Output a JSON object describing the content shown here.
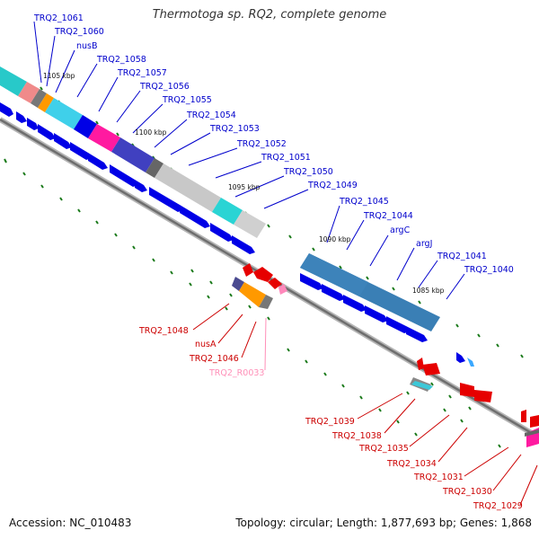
{
  "title": "Thermotoga sp. RQ2, complete genome",
  "footer": {
    "accession": "Accession: NC_010483",
    "summary": "Topology: circular; Length: 1,877,693 bp; Genes: 1,868"
  },
  "colors": {
    "forward_label": "#0000cc",
    "reverse_label": "#cc0000",
    "rna_label": "#ff8fb8",
    "backbone": "#888888",
    "tick_mark": "#1a7a1a",
    "forward_gene": "#0000e6",
    "reverse_gene": "#e60000"
  },
  "ticks": [
    "1105 kbp",
    "1100 kbp",
    "1095 kbp",
    "1090 kbp",
    "1085 kbp"
  ],
  "forward_labels": [
    "TRQ2_1061",
    "TRQ2_1060",
    "nusB",
    "TRQ2_1058",
    "TRQ2_1057",
    "TRQ2_1056",
    "TRQ2_1055",
    "TRQ2_1054",
    "TRQ2_1053",
    "TRQ2_1052",
    "TRQ2_1051",
    "TRQ2_1050",
    "TRQ2_1049",
    "TRQ2_1045",
    "TRQ2_1044",
    "argC",
    "argJ",
    "TRQ2_1041",
    "TRQ2_1040"
  ],
  "reverse_labels": [
    "TRQ2_1048",
    "nusA",
    "TRQ2_1046",
    "TRQ2_R0033",
    "TRQ2_1039",
    "TRQ2_1038",
    "TRQ2_1035",
    "TRQ2_1034",
    "TRQ2_1031",
    "TRQ2_1030",
    "TRQ2_1029"
  ]
}
